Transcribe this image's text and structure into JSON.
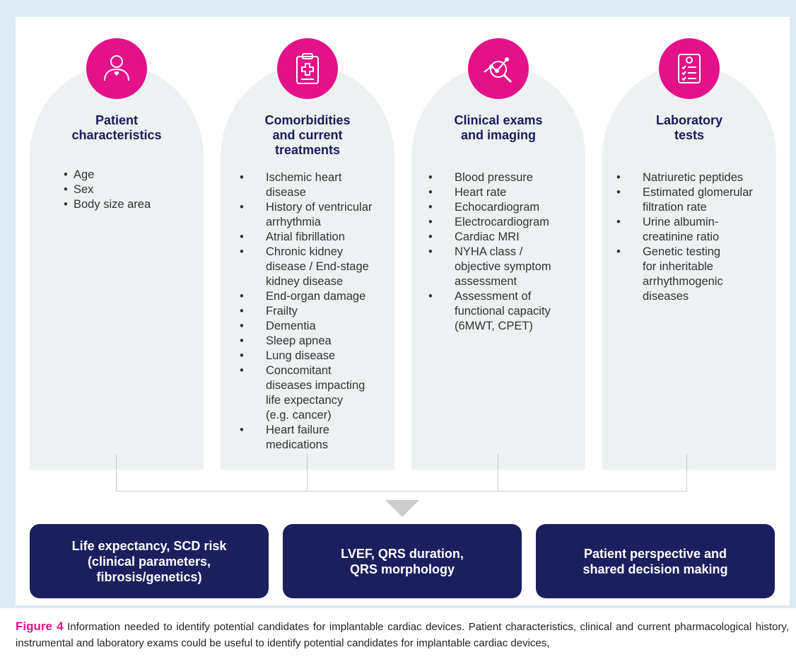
{
  "columns": [
    {
      "icon": "person-heart-icon",
      "title_lines": [
        "Patient",
        "characteristics"
      ],
      "items": [
        "Age",
        "Sex",
        "Body size area"
      ]
    },
    {
      "icon": "clipboard-medical-cross-icon",
      "title_lines": [
        "Comorbidities",
        "and current",
        "treatments"
      ],
      "items": [
        [
          "Ischemic heart",
          "disease"
        ],
        [
          "History of ventricular",
          "arrhythmia"
        ],
        [
          "Atrial fibrillation"
        ],
        [
          "Chronic kidney",
          "disease / End-stage",
          "kidney disease"
        ],
        [
          "End-organ damage"
        ],
        [
          "Frailty"
        ],
        [
          "Dementia"
        ],
        [
          "Sleep apnea"
        ],
        [
          "Lung disease"
        ],
        [
          "Concomitant",
          "diseases impacting",
          "life expectancy",
          "(e.g. cancer)"
        ],
        [
          "Heart failure",
          "medications"
        ]
      ]
    },
    {
      "icon": "chart-magnifier-icon",
      "title_lines": [
        "Clinical exams",
        "and imaging"
      ],
      "items": [
        [
          "Blood pressure"
        ],
        [
          "Heart rate"
        ],
        [
          "Echocardiogram"
        ],
        [
          "Electrocardiogram"
        ],
        [
          "Cardiac MRI"
        ],
        [
          "NYHA class /",
          "objective symptom",
          "assessment"
        ],
        [
          "Assessment of",
          "functional capacity",
          "(6MWT, CPET)"
        ]
      ]
    },
    {
      "icon": "lab-report-checklist-icon",
      "title_lines": [
        "Laboratory",
        "tests"
      ],
      "items": [
        [
          "Natriuretic peptides"
        ],
        [
          "Estimated glomerular",
          "filtration rate"
        ],
        [
          "Urine albumin-",
          "creatinine ratio"
        ],
        [
          "Genetic testing",
          "for inheritable",
          "arrhythmogenic",
          "diseases"
        ]
      ]
    }
  ],
  "outputs": [
    [
      "Life expectancy, SCD risk",
      "(clinical parameters,",
      "fibrosis/genetics)"
    ],
    [
      "LVEF, QRS duration,",
      "QRS morphology"
    ],
    [
      "Patient perspective and",
      "shared decision making"
    ]
  ],
  "caption": {
    "figure_label": "Figure 4",
    "line1": "Information needed to identify potential candidates for implantable cardiac devices. Patient characteristics, clinical and current",
    "line2": "pharmacological history, instrumental and laboratory exams could be useful to identify potential candidates for implantable cardiac devices,"
  },
  "colors": {
    "accent": "#e3128a",
    "navy": "#1b1f5e",
    "column_bg": "#edf1f1",
    "frame_bg": "#dcebf4"
  }
}
